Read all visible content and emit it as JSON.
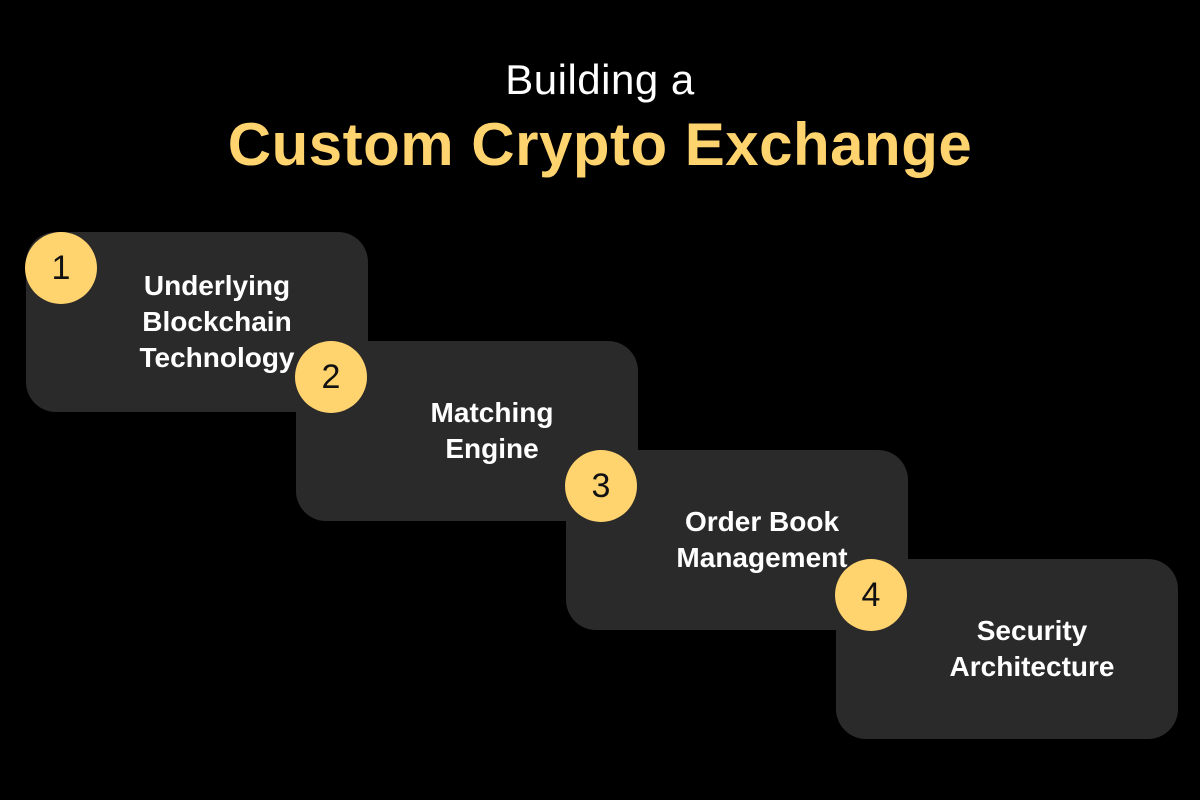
{
  "title": {
    "line1": "Building a",
    "line2": "Custom Crypto Exchange"
  },
  "colors": {
    "background": "#000000",
    "card": "#2a2a2a",
    "accent": "#ffd36e",
    "text": "#ffffff"
  },
  "steps": [
    {
      "number": "1",
      "label": "Underlying\nBlockchain\nTechnology"
    },
    {
      "number": "2",
      "label": "Matching\nEngine"
    },
    {
      "number": "3",
      "label": "Order Book\nManagement"
    },
    {
      "number": "4",
      "label": "Security\nArchitecture"
    }
  ]
}
